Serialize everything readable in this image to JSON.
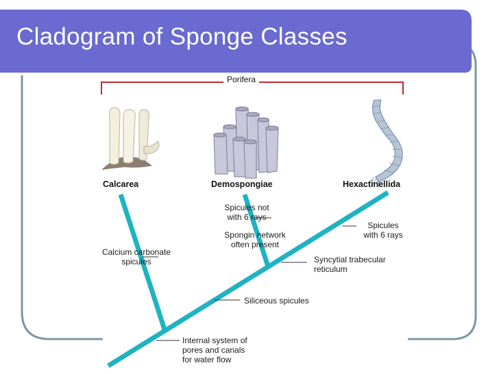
{
  "slide": {
    "title": "Cladogram of Sponge Classes",
    "colors": {
      "title_bar": "#6a6ad0",
      "frame": "#7a96a6",
      "branch": "#1fb3c2",
      "bracket": "#c0282c"
    }
  },
  "diagram": {
    "group_label": "Porifera",
    "taxa": [
      "Calcarea",
      "Demospongiae",
      "Hexactinellida"
    ],
    "characters": {
      "calcarea": [
        "Calcium carbonate",
        "spicules"
      ],
      "demo_1": [
        "Spicules not",
        "with 6 rays"
      ],
      "demo_2": [
        "Spongin network",
        "often present"
      ],
      "hexa": [
        "Spicules",
        "with 6 rays"
      ],
      "syncytial": [
        "Syncytial trabecular",
        "reticulum"
      ],
      "siliceous": "Siliceous spicules",
      "root": [
        "Internal system of",
        "pores and canals",
        "for water flow"
      ]
    }
  }
}
